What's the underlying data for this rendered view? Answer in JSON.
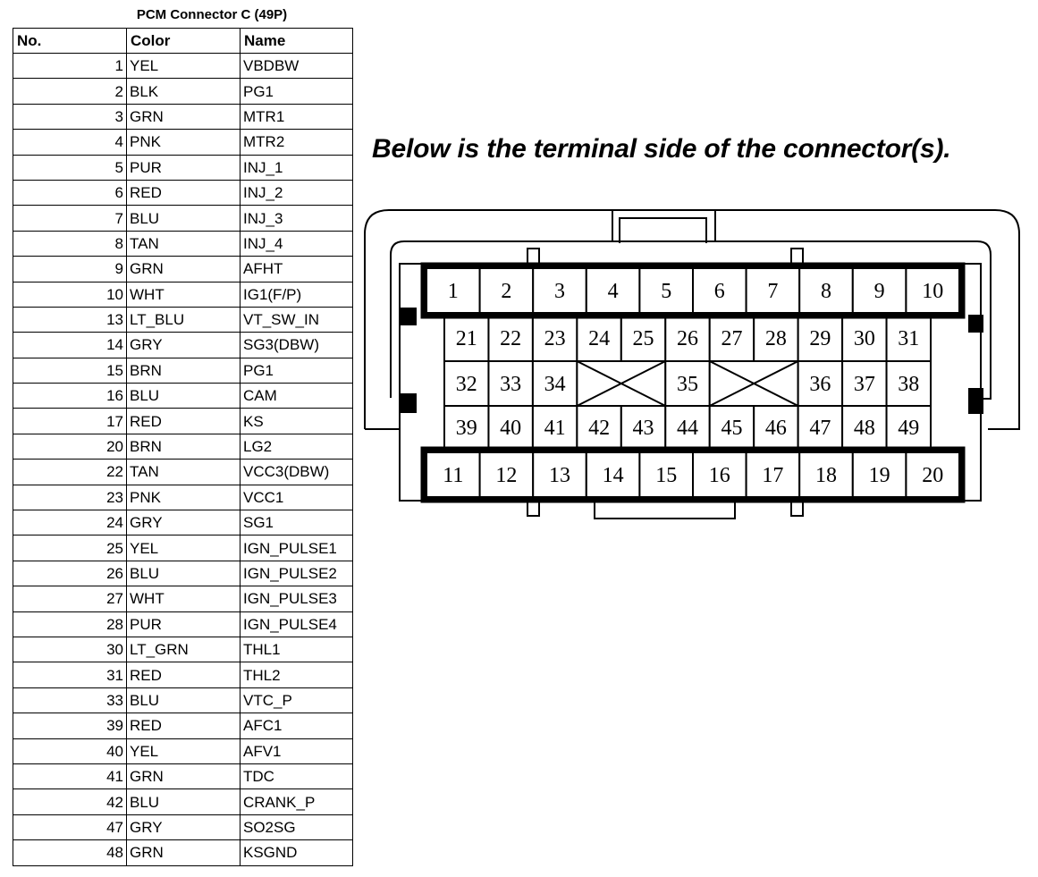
{
  "table": {
    "title": "PCM Connector C (49P)",
    "headers": {
      "no": "No.",
      "color": "Color",
      "name": "Name"
    },
    "rows": [
      {
        "no": "1",
        "color": "YEL",
        "name": "VBDBW"
      },
      {
        "no": "2",
        "color": "BLK",
        "name": "PG1"
      },
      {
        "no": "3",
        "color": "GRN",
        "name": "MTR1"
      },
      {
        "no": "4",
        "color": "PNK",
        "name": "MTR2"
      },
      {
        "no": "5",
        "color": "PUR",
        "name": "INJ_1"
      },
      {
        "no": "6",
        "color": "RED",
        "name": "INJ_2"
      },
      {
        "no": "7",
        "color": "BLU",
        "name": "INJ_3"
      },
      {
        "no": "8",
        "color": "TAN",
        "name": "INJ_4"
      },
      {
        "no": "9",
        "color": "GRN",
        "name": "AFHT"
      },
      {
        "no": "10",
        "color": "WHT",
        "name": "IG1(F/P)"
      },
      {
        "no": "13",
        "color": "LT_BLU",
        "name": "VT_SW_IN"
      },
      {
        "no": "14",
        "color": "GRY",
        "name": "SG3(DBW)"
      },
      {
        "no": "15",
        "color": "BRN",
        "name": "PG1"
      },
      {
        "no": "16",
        "color": "BLU",
        "name": "CAM"
      },
      {
        "no": "17",
        "color": "RED",
        "name": "KS"
      },
      {
        "no": "20",
        "color": "BRN",
        "name": "LG2"
      },
      {
        "no": "22",
        "color": "TAN",
        "name": "VCC3(DBW)"
      },
      {
        "no": "23",
        "color": "PNK",
        "name": "VCC1"
      },
      {
        "no": "24",
        "color": "GRY",
        "name": "SG1"
      },
      {
        "no": "25",
        "color": "YEL",
        "name": "IGN_PULSE1"
      },
      {
        "no": "26",
        "color": "BLU",
        "name": "IGN_PULSE2"
      },
      {
        "no": "27",
        "color": "WHT",
        "name": "IGN_PULSE3"
      },
      {
        "no": "28",
        "color": "PUR",
        "name": "IGN_PULSE4"
      },
      {
        "no": "30",
        "color": "LT_GRN",
        "name": "THL1"
      },
      {
        "no": "31",
        "color": "RED",
        "name": "THL2"
      },
      {
        "no": "33",
        "color": "BLU",
        "name": "VTC_P"
      },
      {
        "no": "39",
        "color": "RED",
        "name": "AFC1"
      },
      {
        "no": "40",
        "color": "YEL",
        "name": "AFV1"
      },
      {
        "no": "41",
        "color": "GRN",
        "name": "TDC"
      },
      {
        "no": "42",
        "color": "BLU",
        "name": "CRANK_P"
      },
      {
        "no": "47",
        "color": "GRY",
        "name": "SO2SG"
      },
      {
        "no": "48",
        "color": "GRN",
        "name": "KSGND"
      }
    ]
  },
  "diagram": {
    "note": "Below is the terminal side of the connector(s).",
    "top_row": [
      "1",
      "2",
      "3",
      "4",
      "5",
      "6",
      "7",
      "8",
      "9",
      "10"
    ],
    "mid_row1": [
      "21",
      "22",
      "23",
      "24",
      "25",
      "26",
      "27",
      "28",
      "29",
      "30",
      "31"
    ],
    "mid_row2": [
      "32",
      "33",
      "34",
      "X",
      "35",
      "X",
      "36",
      "37",
      "38"
    ],
    "mid_row3": [
      "39",
      "40",
      "41",
      "42",
      "43",
      "44",
      "45",
      "46",
      "47",
      "48",
      "49"
    ],
    "bottom_row": [
      "11",
      "12",
      "13",
      "14",
      "15",
      "16",
      "17",
      "18",
      "19",
      "20"
    ]
  }
}
